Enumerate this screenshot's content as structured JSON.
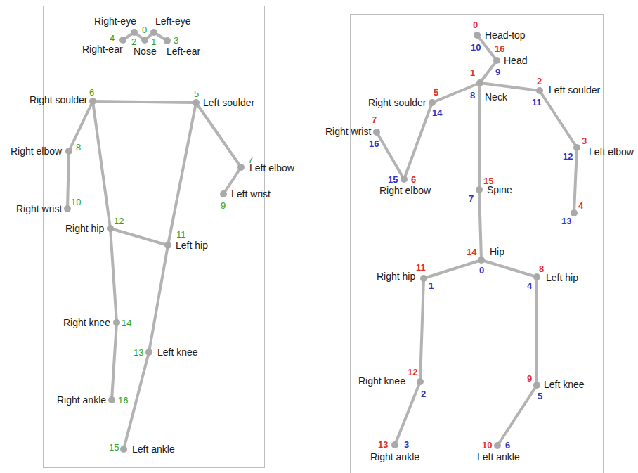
{
  "diagram": {
    "labels": [
      "Right-eye",
      "0",
      "Left-eye",
      "4",
      "2",
      "1",
      "3",
      "Right-ear",
      "Nose",
      "Left-ear",
      "Right soulder",
      "6",
      "5",
      "Left soulder",
      "Right elbow",
      "8",
      "7",
      "Left elbow",
      "Left wrist",
      "9",
      "Right wrist",
      "10",
      "Right hip",
      "12",
      "11",
      "Left hip",
      "Right knee",
      "14",
      "13",
      "Left knee",
      "Right ankle",
      "16",
      "15",
      "Left ankle",
      "0",
      "Head-top",
      "10",
      "16",
      "Head",
      "9",
      "1",
      "2",
      "Left soulder",
      "5",
      "Right soulder",
      "8",
      "Neck",
      "14",
      "11",
      "7",
      "Right wrist",
      "16",
      "3",
      "Left elbow",
      "12",
      "15",
      "6",
      "Spine",
      "15",
      "Right elbow",
      "7",
      "4",
      "13",
      "14",
      "Hip",
      "0",
      "11",
      "Right hip",
      "8",
      "Left hip",
      "1",
      "4",
      "12",
      "Right knee",
      "9",
      "Left knee",
      "2",
      "5",
      "13",
      "3",
      "10",
      "6",
      "Right ankle",
      "Left ankle"
    ]
  }
}
